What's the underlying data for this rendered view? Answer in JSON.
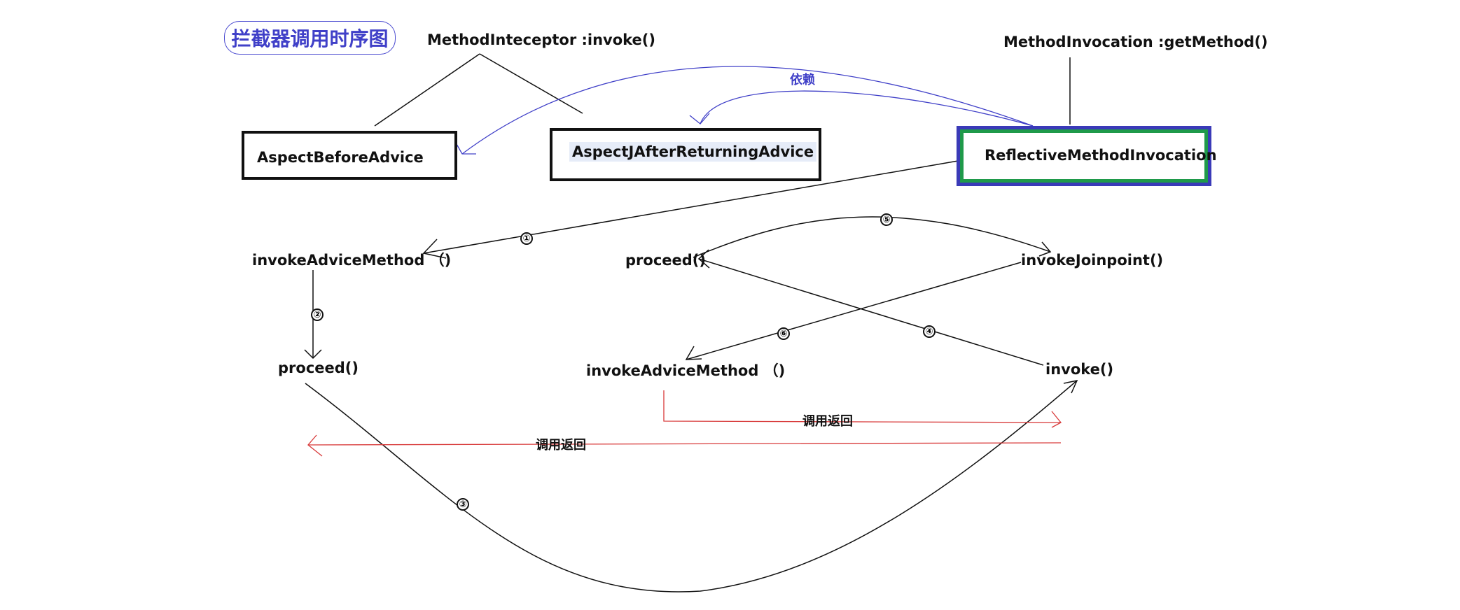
{
  "title": "拦截器调用时序图",
  "labels": {
    "method_interceptor": "MethodInteceptor :invoke()",
    "method_invocation": "MethodInvocation :getMethod()",
    "dependency": "依赖",
    "invoke_advice_method_left": "invokeAdviceMethod （)",
    "proceed_left": "proceed()",
    "proceed_right": "proceed()",
    "invoke_joinpoint": "invokeJoinpoint()",
    "invoke_advice_method_right": "invokeAdviceMethod （)",
    "invoke": "invoke()",
    "call_return_right": "调用返回",
    "call_return_left": "调用返回"
  },
  "boxes": {
    "aspect_before_advice": "AspectBeforeAdvice",
    "aspect_after_returning_advice": "AspectJAfterReturningAdvice",
    "reflective_method_invocation": "ReflectiveMethodInvocation"
  },
  "steps": [
    "①",
    "②",
    "③",
    "④",
    "⑤",
    "⑥"
  ],
  "colors": {
    "line": "#111111",
    "dependency_arrow": "#4040c8",
    "return_arrow": "#d83a3a",
    "outer_border": "#3a3ab8",
    "inner_border": "#1f9a4a"
  }
}
